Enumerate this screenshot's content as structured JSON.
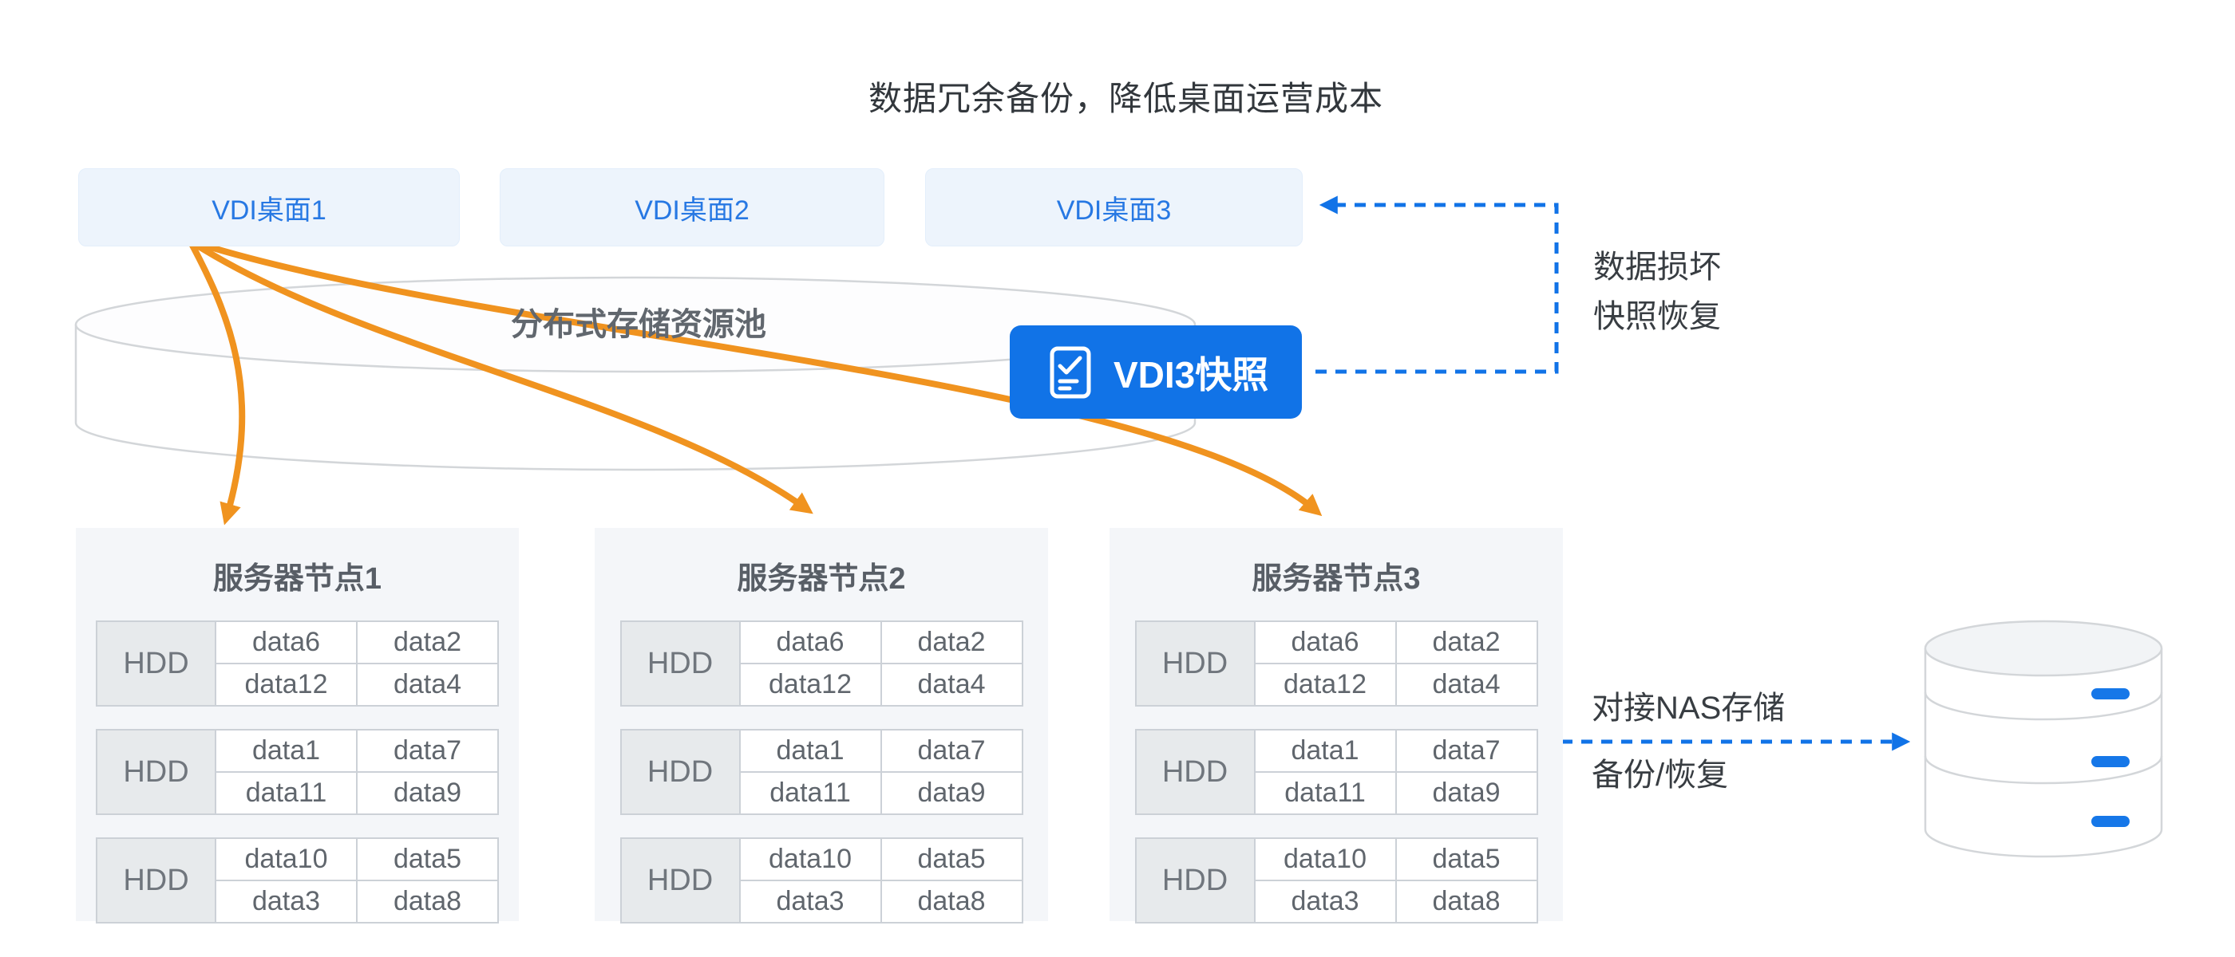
{
  "title": "数据冗余备份，降低桌面运营成本",
  "vdi_desktops": [
    {
      "label": "VDI桌面1"
    },
    {
      "label": "VDI桌面2"
    },
    {
      "label": "VDI桌面3"
    }
  ],
  "storage_pool": {
    "label": "分布式存储资源池"
  },
  "snapshot_button": {
    "label": "VDI3快照",
    "icon": "checklist-icon"
  },
  "snapshot_annotation": {
    "line1": "数据损坏",
    "line2": "快照恢复"
  },
  "nas_annotation": {
    "line1": "对接NAS存储",
    "line2": "备份/恢复"
  },
  "server_nodes": [
    {
      "title": "服务器节点1",
      "disks": [
        {
          "label": "HDD",
          "rows": [
            [
              "data6",
              "data2"
            ],
            [
              "data12",
              "data4"
            ]
          ]
        },
        {
          "label": "HDD",
          "rows": [
            [
              "data1",
              "data7"
            ],
            [
              "data11",
              "data9"
            ]
          ]
        },
        {
          "label": "HDD",
          "rows": [
            [
              "data10",
              "data5"
            ],
            [
              "data3",
              "data8"
            ]
          ]
        }
      ]
    },
    {
      "title": "服务器节点2",
      "disks": [
        {
          "label": "HDD",
          "rows": [
            [
              "data6",
              "data2"
            ],
            [
              "data12",
              "data4"
            ]
          ]
        },
        {
          "label": "HDD",
          "rows": [
            [
              "data1",
              "data7"
            ],
            [
              "data11",
              "data9"
            ]
          ]
        },
        {
          "label": "HDD",
          "rows": [
            [
              "data10",
              "data5"
            ],
            [
              "data3",
              "data8"
            ]
          ]
        }
      ]
    },
    {
      "title": "服务器节点3",
      "disks": [
        {
          "label": "HDD",
          "rows": [
            [
              "data6",
              "data2"
            ],
            [
              "data12",
              "data4"
            ]
          ]
        },
        {
          "label": "HDD",
          "rows": [
            [
              "data1",
              "data7"
            ],
            [
              "data11",
              "data9"
            ]
          ]
        },
        {
          "label": "HDD",
          "rows": [
            [
              "data10",
              "data5"
            ],
            [
              "data3",
              "data8"
            ]
          ]
        }
      ]
    }
  ],
  "colors": {
    "accent_blue": "#1173e7",
    "vdi_box_bg": "#edf4fc",
    "vdi_text": "#2778e3",
    "orange_arrow": "#f0931f",
    "card_bg": "#f4f6f9",
    "hdd_cell_bg": "#e7eaec",
    "table_border": "#ccd1d7",
    "cylinder_stroke": "#d3d6d9",
    "text_dark": "#383d42",
    "text_gray": "#60666d"
  }
}
